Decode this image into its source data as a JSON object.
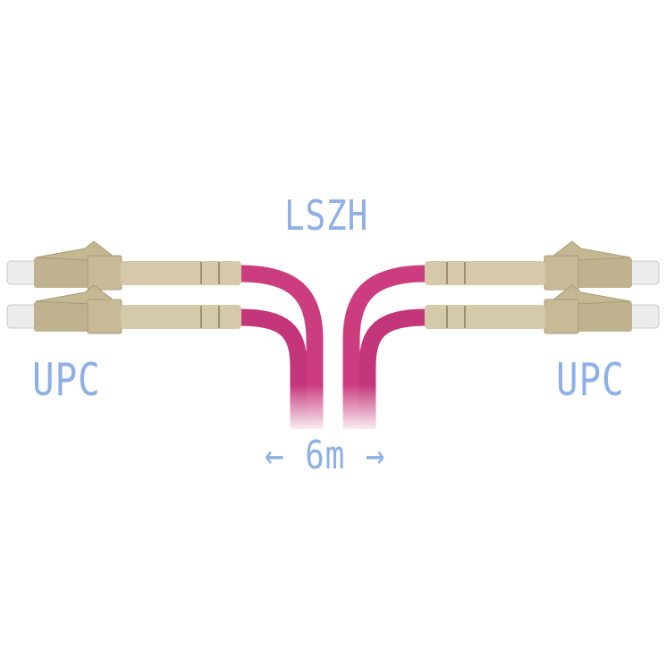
{
  "labels": {
    "jacket": "LSZH",
    "left_polish": "UPC",
    "right_polish": "UPC",
    "length": "← 6m →"
  },
  "colors": {
    "label_text": "#8eb0e6",
    "cable": "#cc3d80",
    "connector": "#c9bc9b",
    "ferrule": "#e8e8e8"
  }
}
